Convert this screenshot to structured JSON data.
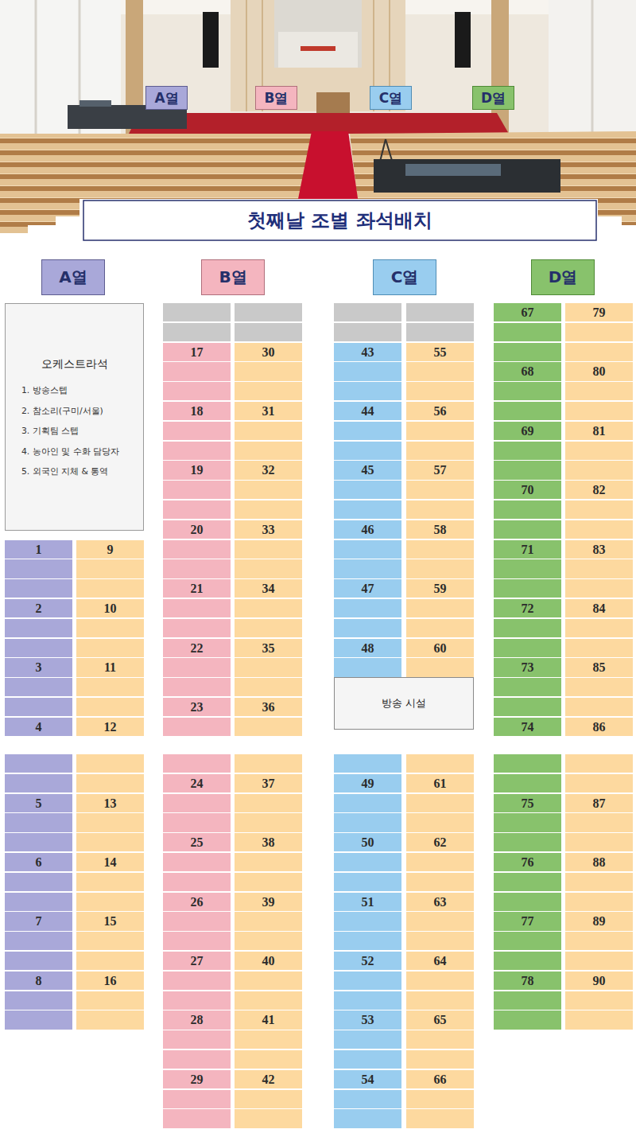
{
  "diagram": {
    "title": "첫째날 조별 좌석배치",
    "nodes": [
      {
        "text": [
          "A열"
        ]
      },
      {
        "text": [
          "B열"
        ]
      },
      {
        "text": [
          "C열"
        ]
      },
      {
        "text": [
          "D열"
        ]
      },
      {
        "text": [
          "A열"
        ]
      },
      {
        "text": [
          "B열"
        ]
      },
      {
        "text": [
          "C열"
        ]
      },
      {
        "text": [
          "D열"
        ]
      },
      {
        "text": [
          "오케스트라석",
          "1. 방송스텝",
          "2. 참소리(구미/서울)",
          "3. 기획팀 스텝",
          "4. 농아인 및 수화 담당자",
          "5. 외국인 지체 & 통역"
        ]
      },
      {
        "text": [
          "1"
        ]
      },
      {
        "text": [
          "2"
        ]
      },
      {
        "text": [
          "3"
        ]
      },
      {
        "text": [
          "4"
        ]
      },
      {
        "text": [
          "5"
        ]
      },
      {
        "text": [
          "6"
        ]
      },
      {
        "text": [
          "7"
        ]
      },
      {
        "text": [
          "8"
        ]
      },
      {
        "text": [
          "9"
        ]
      },
      {
        "text": [
          "10"
        ]
      },
      {
        "text": [
          "11"
        ]
      },
      {
        "text": [
          "12"
        ]
      },
      {
        "text": [
          "13"
        ]
      },
      {
        "text": [
          "14"
        ]
      },
      {
        "text": [
          "15"
        ]
      },
      {
        "text": [
          "16"
        ]
      },
      {
        "text": [
          "17"
        ]
      },
      {
        "text": [
          "18"
        ]
      },
      {
        "text": [
          "19"
        ]
      },
      {
        "text": [
          "20"
        ]
      },
      {
        "text": [
          "21"
        ]
      },
      {
        "text": [
          "22"
        ]
      },
      {
        "text": [
          "23"
        ]
      },
      {
        "text": [
          "24"
        ]
      },
      {
        "text": [
          "25"
        ]
      },
      {
        "text": [
          "26"
        ]
      },
      {
        "text": [
          "27"
        ]
      },
      {
        "text": [
          "28"
        ]
      },
      {
        "text": [
          "29"
        ]
      },
      {
        "text": [
          "30"
        ]
      },
      {
        "text": [
          "31"
        ]
      },
      {
        "text": [
          "32"
        ]
      },
      {
        "text": [
          "33"
        ]
      },
      {
        "text": [
          "34"
        ]
      },
      {
        "text": [
          "35"
        ]
      },
      {
        "text": [
          "36"
        ]
      },
      {
        "text": [
          "37"
        ]
      },
      {
        "text": [
          "38"
        ]
      },
      {
        "text": [
          "39"
        ]
      },
      {
        "text": [
          "40"
        ]
      },
      {
        "text": [
          "41"
        ]
      },
      {
        "text": [
          "42"
        ]
      },
      {
        "text": [
          "43"
        ]
      },
      {
        "text": [
          "44"
        ]
      },
      {
        "text": [
          "45"
        ]
      },
      {
        "text": [
          "46"
        ]
      },
      {
        "text": [
          "47"
        ]
      },
      {
        "text": [
          "48"
        ]
      },
      {
        "text": [
          "49"
        ]
      },
      {
        "text": [
          "50"
        ]
      },
      {
        "text": [
          "51"
        ]
      },
      {
        "text": [
          "52"
        ]
      },
      {
        "text": [
          "53"
        ]
      },
      {
        "text": [
          "54"
        ]
      },
      {
        "text": [
          "55"
        ]
      },
      {
        "text": [
          "56"
        ]
      },
      {
        "text": [
          "57"
        ]
      },
      {
        "text": [
          "58"
        ]
      },
      {
        "text": [
          "59"
        ]
      },
      {
        "text": [
          "60"
        ]
      },
      {
        "text": [
          "61"
        ]
      },
      {
        "text": [
          "62"
        ]
      },
      {
        "text": [
          "63"
        ]
      },
      {
        "text": [
          "64"
        ]
      },
      {
        "text": [
          "65"
        ]
      },
      {
        "text": [
          "66"
        ]
      },
      {
        "text": [
          "67"
        ]
      },
      {
        "text": [
          "68"
        ]
      },
      {
        "text": [
          "69"
        ]
      },
      {
        "text": [
          "70"
        ]
      },
      {
        "text": [
          "71"
        ]
      },
      {
        "text": [
          "72"
        ]
      },
      {
        "text": [
          "73"
        ]
      },
      {
        "text": [
          "74"
        ]
      },
      {
        "text": [
          "75"
        ]
      },
      {
        "text": [
          "76"
        ]
      },
      {
        "text": [
          "77"
        ]
      },
      {
        "text": [
          "78"
        ]
      },
      {
        "text": [
          "79"
        ]
      },
      {
        "text": [
          "80"
        ]
      },
      {
        "text": [
          "81"
        ]
      },
      {
        "text": [
          "82"
        ]
      },
      {
        "text": [
          "83"
        ]
      },
      {
        "text": [
          "84"
        ]
      },
      {
        "text": [
          "85"
        ]
      },
      {
        "text": [
          "86"
        ]
      },
      {
        "text": [
          "87"
        ]
      },
      {
        "text": [
          "88"
        ]
      },
      {
        "text": [
          "89"
        ]
      },
      {
        "text": [
          "90"
        ]
      },
      {
        "text": [
          "방송 시설"
        ]
      }
    ]
  }
}
